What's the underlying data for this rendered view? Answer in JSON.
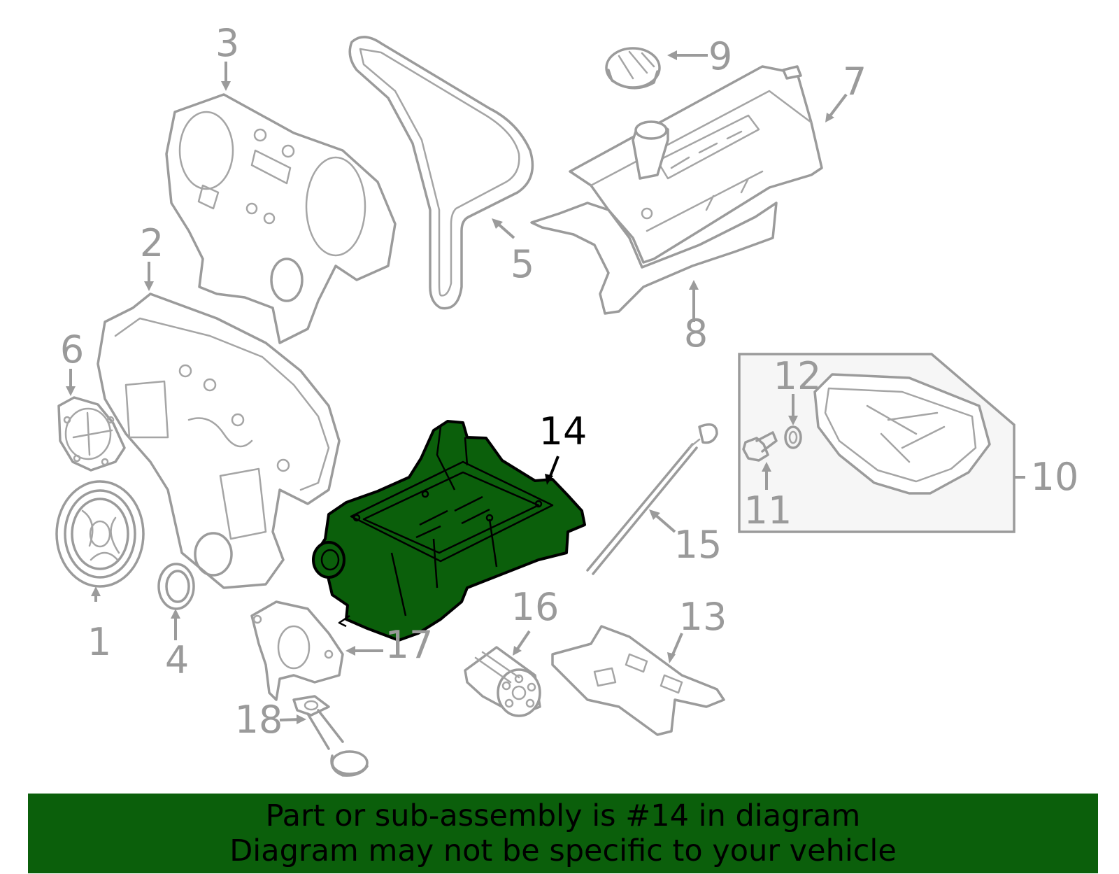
{
  "callouts": [
    {
      "id": "1",
      "label": "1"
    },
    {
      "id": "2",
      "label": "2"
    },
    {
      "id": "3",
      "label": "3"
    },
    {
      "id": "4",
      "label": "4"
    },
    {
      "id": "5",
      "label": "5"
    },
    {
      "id": "6",
      "label": "6"
    },
    {
      "id": "7",
      "label": "7"
    },
    {
      "id": "8",
      "label": "8"
    },
    {
      "id": "9",
      "label": "9"
    },
    {
      "id": "10",
      "label": "10"
    },
    {
      "id": "11",
      "label": "11"
    },
    {
      "id": "12",
      "label": "12"
    },
    {
      "id": "13",
      "label": "13"
    },
    {
      "id": "14",
      "label": "14"
    },
    {
      "id": "15",
      "label": "15"
    },
    {
      "id": "16",
      "label": "16"
    },
    {
      "id": "17",
      "label": "17"
    },
    {
      "id": "18",
      "label": "18"
    }
  ],
  "highlighted_part": "14",
  "colors": {
    "highlight": "#0b5f0b",
    "outline": "#9b9b9b",
    "banner_background": "#0b5f0b",
    "banner_text": "#000000"
  },
  "banner": {
    "line1": "Part or sub-assembly is #14 in diagram",
    "line2": "Diagram may not be specific to your vehicle"
  }
}
